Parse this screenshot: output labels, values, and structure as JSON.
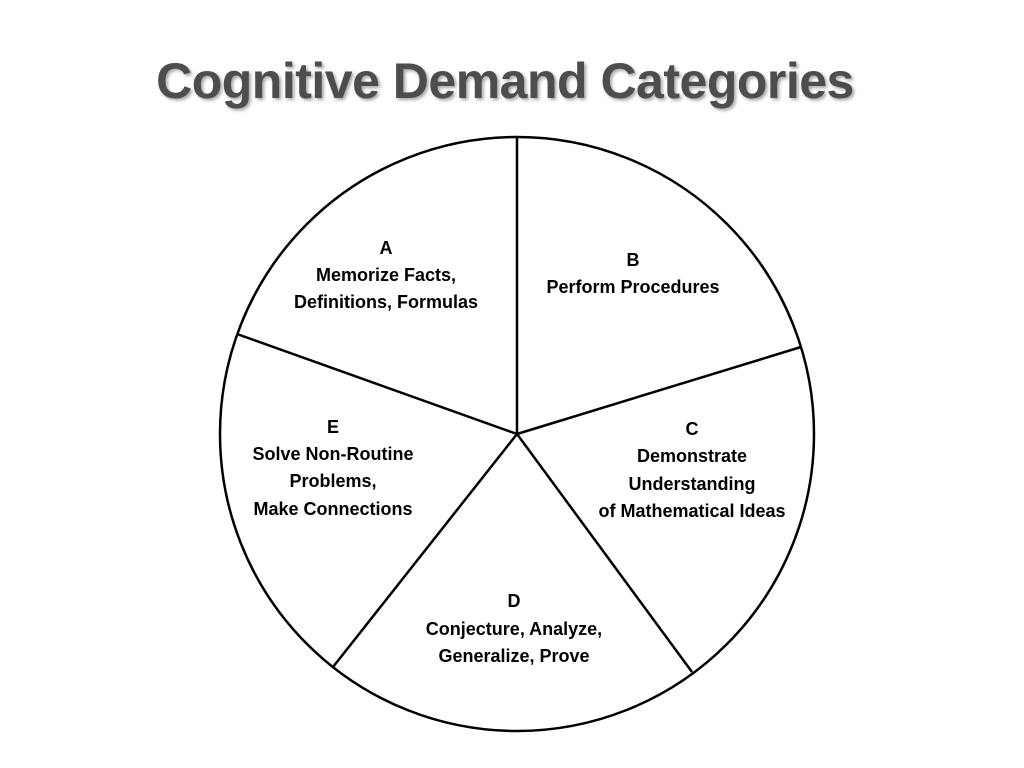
{
  "title": "Cognitive Demand Categories",
  "segments": [
    {
      "letter": "A",
      "lines": [
        "Memorize Facts,",
        "Definitions, Formulas"
      ]
    },
    {
      "letter": "B",
      "lines": [
        "Perform Procedures"
      ]
    },
    {
      "letter": "C",
      "lines": [
        "Demonstrate",
        "Understanding",
        "of Mathematical Ideas"
      ]
    },
    {
      "letter": "D",
      "lines": [
        "Conjecture, Analyze,",
        "Generalize, Prove"
      ]
    },
    {
      "letter": "E",
      "lines": [
        "Solve Non-Routine",
        "Problems,",
        "Make Connections"
      ]
    }
  ]
}
